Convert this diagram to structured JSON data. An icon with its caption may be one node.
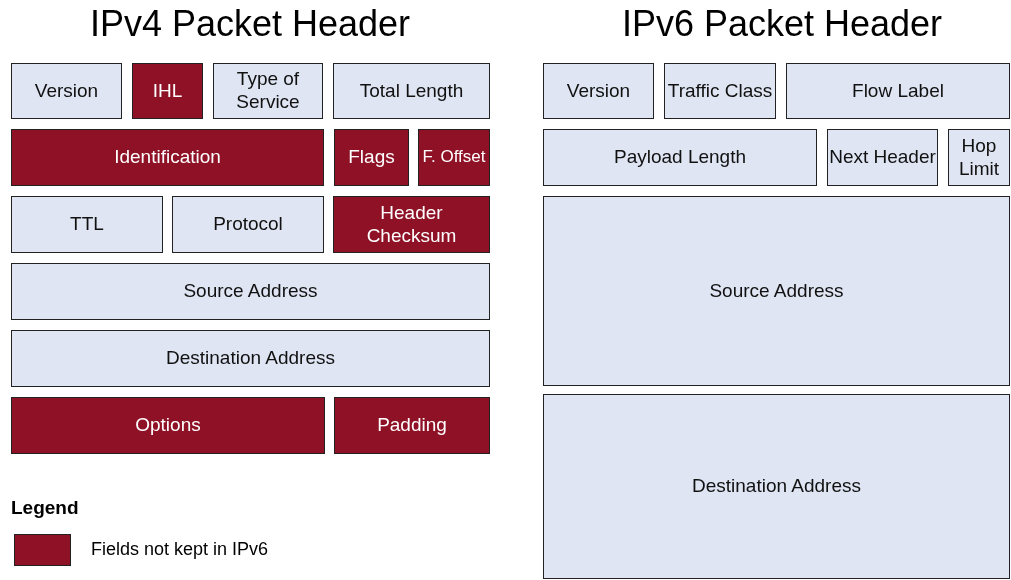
{
  "diagram": {
    "nodes": [
      {
        "text": [
          "Version"
        ]
      },
      {
        "text": [
          "IHL"
        ]
      },
      {
        "text": [
          "Type of Service"
        ]
      },
      {
        "text": [
          "Total Length"
        ]
      },
      {
        "text": [
          "Identification"
        ]
      },
      {
        "text": [
          "Flags"
        ]
      },
      {
        "text": [
          "F. Offset"
        ]
      },
      {
        "text": [
          "TTL"
        ]
      },
      {
        "text": [
          "Protocol"
        ]
      },
      {
        "text": [
          "Header Checksum"
        ]
      },
      {
        "text": [
          "Source Address"
        ]
      },
      {
        "text": [
          "Destination Address"
        ]
      },
      {
        "text": [
          "Options"
        ]
      },
      {
        "text": [
          "Padding"
        ]
      },
      {
        "text": [
          "Version"
        ]
      },
      {
        "text": [
          "Traffic Class"
        ]
      },
      {
        "text": [
          "Flow Label"
        ]
      },
      {
        "text": [
          "Payload Length"
        ]
      },
      {
        "text": [
          "Next Header"
        ]
      },
      {
        "text": [
          "Hop Limit"
        ]
      },
      {
        "text": [
          "Source Address"
        ]
      },
      {
        "text": [
          "Destination Address"
        ]
      }
    ],
    "labels": [
      "IPv4 Packet Header",
      "IPv6 Packet Header",
      "Legend"
    ],
    "legend": [
      {
        "text": "Fields not kept in IPv6",
        "color": "#8e1126"
      }
    ]
  }
}
